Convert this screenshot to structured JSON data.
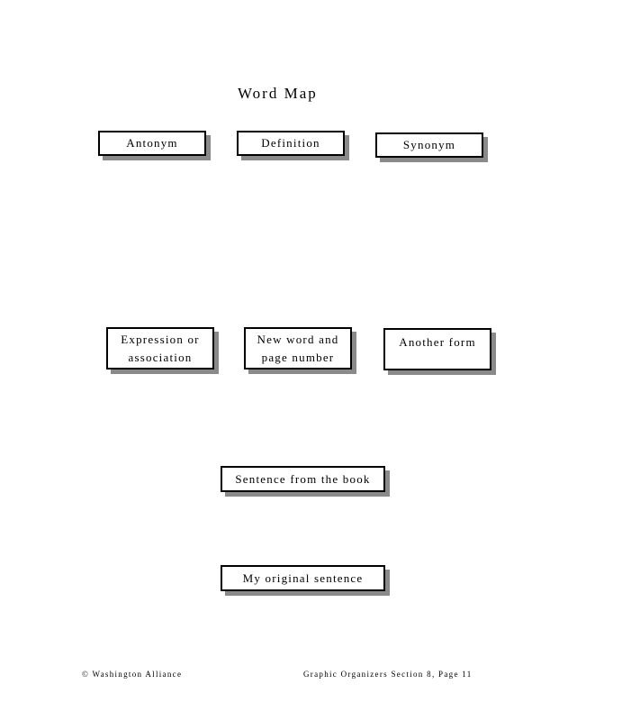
{
  "title": "Word Map",
  "boxes": {
    "antonym": "Antonym",
    "definition": "Definition",
    "synonym": "Synonym",
    "expression": "Expression or association",
    "new_word": "New word and page number",
    "another_form": "Another form",
    "sentence_book": "Sentence from the book",
    "original_sentence": "My original sentence"
  },
  "footer": {
    "left": "© Washington Alliance",
    "right": "Graphic Organizers Section 8, Page 11"
  }
}
